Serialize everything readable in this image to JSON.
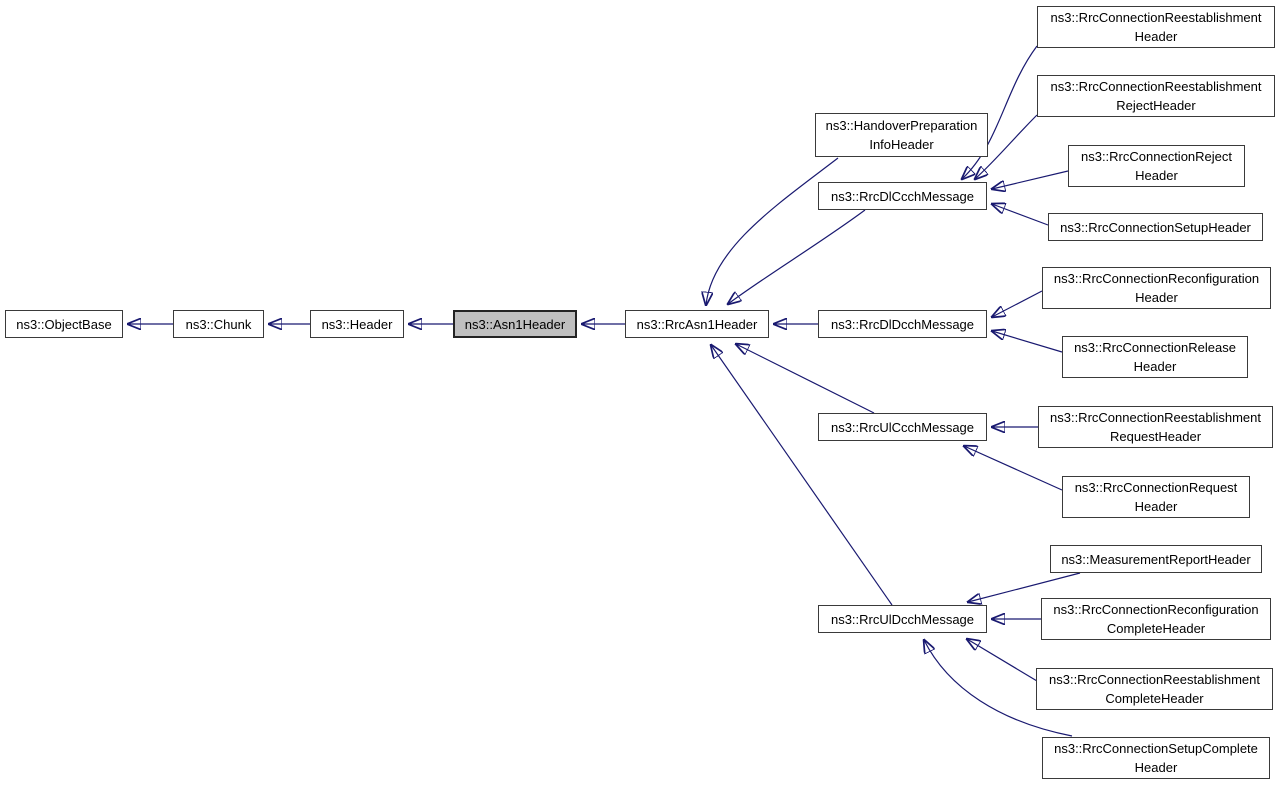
{
  "diagram": {
    "type": "class-inheritance-graph",
    "selected_class": "ns3::Asn1Header",
    "colors": {
      "edge": "#191970",
      "node_border": "#3a3a3a",
      "node_fill": "#ffffff",
      "selected_fill": "#bfbfbf",
      "text": "#000000",
      "background": "#ffffff"
    },
    "nodes": {
      "objectbase": {
        "lines": [
          "ns3::ObjectBase"
        ]
      },
      "chunk": {
        "lines": [
          "ns3::Chunk"
        ]
      },
      "header": {
        "lines": [
          "ns3::Header"
        ]
      },
      "asn1header": {
        "lines": [
          "ns3::Asn1Header"
        ],
        "selected": true
      },
      "rrcasn1header": {
        "lines": [
          "ns3::RrcAsn1Header"
        ]
      },
      "handoverprep": {
        "lines": [
          "ns3::HandoverPreparation",
          "InfoHeader"
        ]
      },
      "dlccch": {
        "lines": [
          "ns3::RrcDlCcchMessage"
        ]
      },
      "dldcch": {
        "lines": [
          "ns3::RrcDlDcchMessage"
        ]
      },
      "ulccch": {
        "lines": [
          "ns3::RrcUlCcchMessage"
        ]
      },
      "uldcch": {
        "lines": [
          "ns3::RrcUlDcchMessage"
        ]
      },
      "reest": {
        "lines": [
          "ns3::RrcConnectionReestablishment",
          "Header"
        ]
      },
      "reestreject": {
        "lines": [
          "ns3::RrcConnectionReestablishment",
          "RejectHeader"
        ]
      },
      "reject": {
        "lines": [
          "ns3::RrcConnectionReject",
          "Header"
        ]
      },
      "setup": {
        "lines": [
          "ns3::RrcConnectionSetupHeader"
        ]
      },
      "reconf": {
        "lines": [
          "ns3::RrcConnectionReconfiguration",
          "Header"
        ]
      },
      "release": {
        "lines": [
          "ns3::RrcConnectionRelease",
          "Header"
        ]
      },
      "reestrequest": {
        "lines": [
          "ns3::RrcConnectionReestablishment",
          "RequestHeader"
        ]
      },
      "request": {
        "lines": [
          "ns3::RrcConnectionRequest",
          "Header"
        ]
      },
      "measreport": {
        "lines": [
          "ns3::MeasurementReportHeader"
        ]
      },
      "reconfcomplete": {
        "lines": [
          "ns3::RrcConnectionReconfiguration",
          "CompleteHeader"
        ]
      },
      "reestcomplete": {
        "lines": [
          "ns3::RrcConnectionReestablishment",
          "CompleteHeader"
        ]
      },
      "setupcomplete": {
        "lines": [
          "ns3::RrcConnectionSetupComplete",
          "Header"
        ]
      }
    },
    "edges": [
      {
        "from": "ns3::Chunk",
        "to": "ns3::ObjectBase"
      },
      {
        "from": "ns3::Header",
        "to": "ns3::Chunk"
      },
      {
        "from": "ns3::Asn1Header",
        "to": "ns3::Header"
      },
      {
        "from": "ns3::RrcAsn1Header",
        "to": "ns3::Asn1Header"
      },
      {
        "from": "ns3::RrcDlDcchMessage",
        "to": "ns3::RrcAsn1Header"
      },
      {
        "from": "ns3::HandoverPreparationInfoHeader",
        "to": "ns3::RrcAsn1Header"
      },
      {
        "from": "ns3::RrcDlCcchMessage",
        "to": "ns3::RrcAsn1Header"
      },
      {
        "from": "ns3::RrcUlCcchMessage",
        "to": "ns3::RrcAsn1Header"
      },
      {
        "from": "ns3::RrcUlDcchMessage",
        "to": "ns3::RrcAsn1Header"
      },
      {
        "from": "ns3::RrcConnectionReestablishmentHeader",
        "to": "ns3::RrcDlCcchMessage"
      },
      {
        "from": "ns3::RrcConnectionReestablishmentRejectHeader",
        "to": "ns3::RrcDlCcchMessage"
      },
      {
        "from": "ns3::RrcConnectionRejectHeader",
        "to": "ns3::RrcDlCcchMessage"
      },
      {
        "from": "ns3::RrcConnectionSetupHeader",
        "to": "ns3::RrcDlCcchMessage"
      },
      {
        "from": "ns3::RrcConnectionReconfigurationHeader",
        "to": "ns3::RrcDlDcchMessage"
      },
      {
        "from": "ns3::RrcConnectionReleaseHeader",
        "to": "ns3::RrcDlDcchMessage"
      },
      {
        "from": "ns3::RrcConnectionReestablishmentRequestHeader",
        "to": "ns3::RrcUlCcchMessage"
      },
      {
        "from": "ns3::RrcConnectionRequestHeader",
        "to": "ns3::RrcUlCcchMessage"
      },
      {
        "from": "ns3::MeasurementReportHeader",
        "to": "ns3::RrcUlDcchMessage"
      },
      {
        "from": "ns3::RrcConnectionReconfigurationCompleteHeader",
        "to": "ns3::RrcUlDcchMessage"
      },
      {
        "from": "ns3::RrcConnectionReestablishmentCompleteHeader",
        "to": "ns3::RrcUlDcchMessage"
      },
      {
        "from": "ns3::RrcConnectionSetupCompleteHeader",
        "to": "ns3::RrcUlDcchMessage"
      }
    ]
  }
}
